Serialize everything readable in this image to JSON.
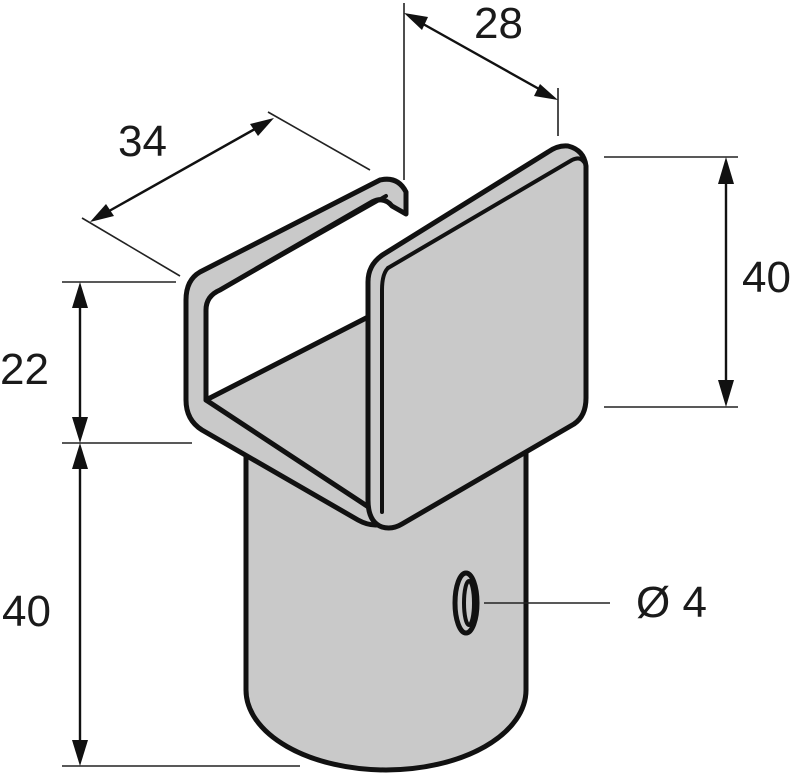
{
  "diagram": {
    "colors": {
      "body_fill": "#c9c9c9",
      "body_fill_dark": "#b9b9b9",
      "outline": "#111111",
      "background": "#ffffff"
    },
    "dimensions": [
      {
        "id": "depth",
        "label": "34"
      },
      {
        "id": "width",
        "label": "28"
      },
      {
        "id": "bracket_height",
        "label": "40"
      },
      {
        "id": "slot_depth",
        "label": "22"
      },
      {
        "id": "tube_length",
        "label": "40"
      },
      {
        "id": "hole_diameter",
        "label": "Ø 4"
      }
    ]
  }
}
